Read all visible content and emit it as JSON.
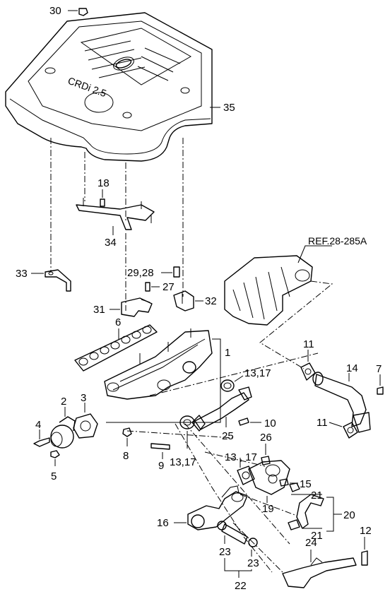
{
  "reference": "REF.28-285A",
  "callouts": {
    "c30": "30",
    "c35": "35",
    "c18": "18",
    "c34": "34",
    "c33": "33",
    "c29_28": "29,28",
    "c27": "27",
    "c31": "31",
    "c32": "32",
    "c6": "6",
    "c1": "1",
    "c11a": "11",
    "c14": "14",
    "c7": "7",
    "c13_17a": "13,17",
    "c2": "2",
    "c3": "3",
    "c4": "4",
    "c5": "5",
    "c8": "8",
    "c9": "9",
    "c25": "25",
    "c10": "10",
    "c11b": "11",
    "c26": "26",
    "c13_17b": "13,17",
    "c13_17c": "13 , 17",
    "c15": "15",
    "c21a": "21",
    "c20": "20",
    "c21b": "21",
    "c19": "19",
    "c16": "16",
    "c23a": "23",
    "c23b": "23",
    "c12": "12",
    "c24": "24",
    "c22": "22"
  },
  "cover_badge": "CRDi 2.5"
}
